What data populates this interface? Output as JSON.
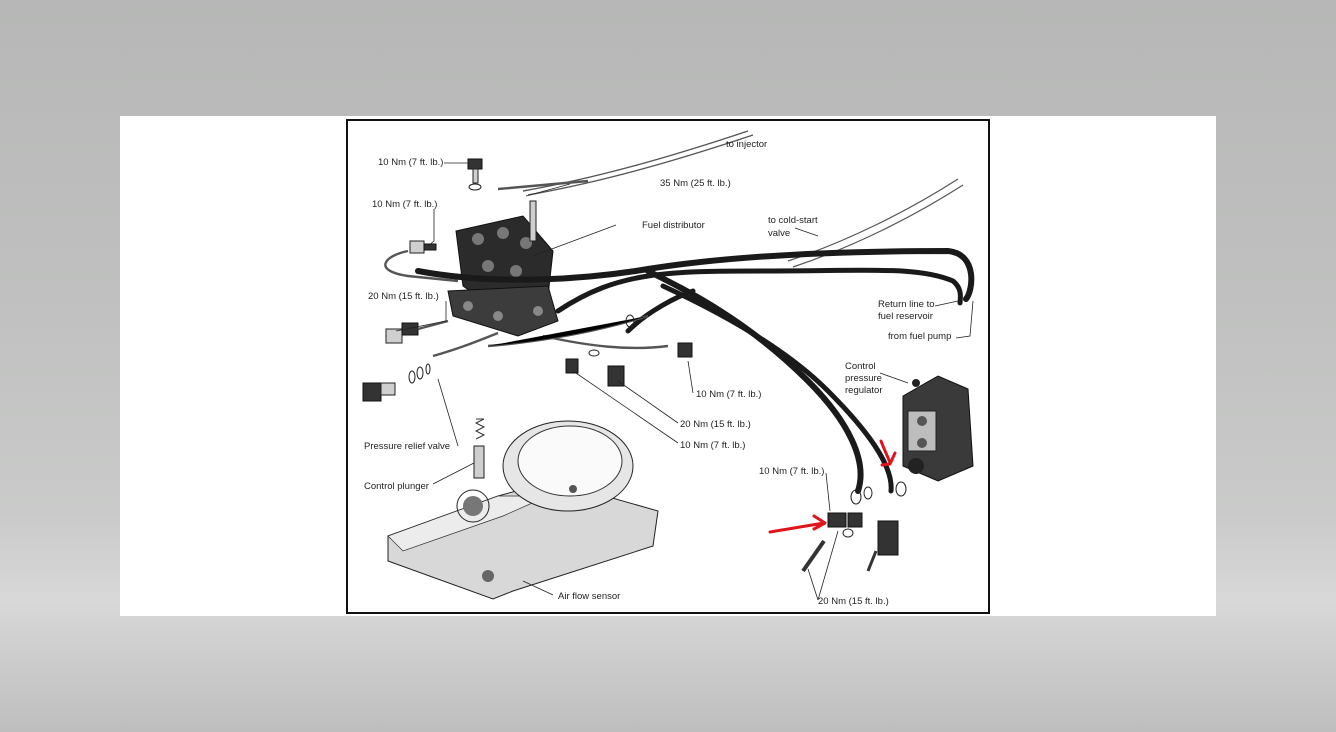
{
  "labels": {
    "to_injector": "to injector",
    "torque_35nm": "35 Nm (25 ft. lb.)",
    "fuel_distributor": "Fuel distributor",
    "torque_10nm_top": "10 Nm (7 ft. lb.)",
    "torque_10nm_left": "10 Nm (7 ft. lb.)",
    "to_cold_start_1": "to cold-start",
    "to_cold_start_2": "valve",
    "torque_20nm_left": "20 Nm (15 ft. lb.)",
    "return_line_1": "Return line to",
    "return_line_2": "fuel reservoir",
    "from_fuel_pump": "from fuel pump",
    "control_pressure_1": "Control",
    "control_pressure_2": "pressure",
    "control_pressure_3": "regulator",
    "torque_10nm_mid": "10 Nm (7 ft. lb.)",
    "torque_20nm_mid": "20 Nm (15 ft. lb.)",
    "torque_10nm_low": "10 Nm (7 ft. lb.)",
    "pressure_relief_valve": "Pressure relief valve",
    "control_plunger": "Control plunger",
    "torque_10nm_right": "10 Nm (7 ft. lb.)",
    "air_flow_sensor": "Air flow sensor",
    "torque_20nm_bottom": "20 Nm (15 ft. lb.)"
  },
  "colors": {
    "annotation_arrow": "#e0141b"
  }
}
